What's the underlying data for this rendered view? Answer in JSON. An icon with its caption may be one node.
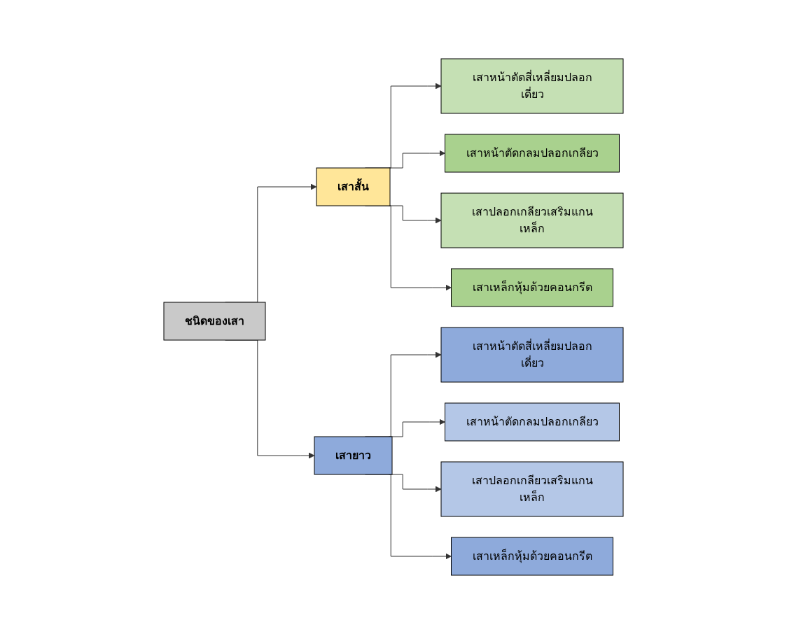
{
  "diagram": {
    "nodes": [
      {
        "text": [
          "ชนิดของเสา"
        ]
      },
      {
        "text": [
          "เสาสั้น"
        ]
      },
      {
        "text": [
          "เสายาว"
        ]
      },
      {
        "text": [
          "เสาหน้าตัดสี่เหลี่ยมปลอกเดี่ยว"
        ]
      },
      {
        "text": [
          "เสาหน้าตัดกลมปลอกเกลียว"
        ]
      },
      {
        "text": [
          "เสาปลอกเกลียวเสริมแกนเหล็ก"
        ]
      },
      {
        "text": [
          "เสาเหล็กหุ้มด้วยคอนกรีต"
        ]
      },
      {
        "text": [
          "เสาหน้าตัดสี่เหลี่ยมปลอกเดี่ยว"
        ]
      },
      {
        "text": [
          "เสาหน้าตัดกลมปลอกเกลียว"
        ]
      },
      {
        "text": [
          "เสาปลอกเกลียวเสริมแกนเหล็ก"
        ]
      },
      {
        "text": [
          "เสาเหล็กหุ้มด้วยคอนกรีต"
        ]
      }
    ],
    "edges": [
      {
        "from": 0,
        "to": 1,
        "arrow": "to"
      },
      {
        "from": 0,
        "to": 2,
        "arrow": "to"
      },
      {
        "from": 1,
        "to": 3,
        "arrow": "to"
      },
      {
        "from": 1,
        "to": 4,
        "arrow": "to"
      },
      {
        "from": 1,
        "to": 5,
        "arrow": "to"
      },
      {
        "from": 1,
        "to": 6,
        "arrow": "to"
      },
      {
        "from": 2,
        "to": 7,
        "arrow": "to"
      },
      {
        "from": 2,
        "to": 8,
        "arrow": "to"
      },
      {
        "from": 2,
        "to": 9,
        "arrow": "to"
      },
      {
        "from": 2,
        "to": 10,
        "arrow": "to"
      }
    ]
  }
}
